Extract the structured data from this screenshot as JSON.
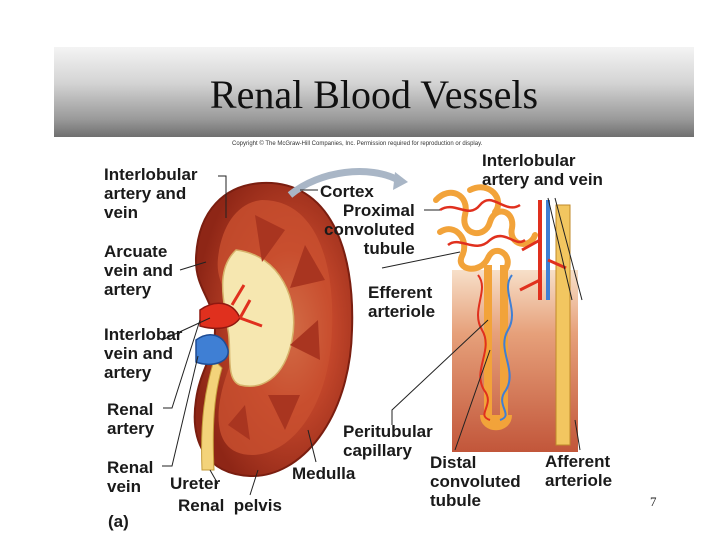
{
  "slide": {
    "title": "Renal Blood Vessels",
    "copyright": "Copyright © The McGraw-Hill Companies, Inc. Permission required for reproduction or display.",
    "page_number": "7"
  },
  "labels": {
    "interlobular_left": "Interlobular\nartery and\nvein",
    "arcuate": "Arcuate\nvein and\nartery",
    "interlobar": "Interlobar\nvein and\nartery",
    "renal_artery": "Renal\nartery",
    "renal_vein": "Renal\nvein",
    "ureter": "Ureter",
    "renal_pelvis": "Renal  pelvis",
    "part_a": "(a)",
    "medulla": "Medulla",
    "cortex": "Cortex",
    "pct": "Proximal\nconvoluted\ntubule",
    "efferent": "Efferent\narteriole",
    "peritubular": "Peritubular\ncapillary",
    "dct": "Distal\nconvoluted\ntubule",
    "afferent": "Afferent\narteriole",
    "interlobular_right": "Interlobular\nartery and vein"
  },
  "colors": {
    "artery": "#e0301e",
    "vein": "#3f7fd4",
    "cortex": "#b5341e",
    "medulla": "#c84a2a",
    "tubule": "#f2a33a",
    "pelvis": "#f6e7b0"
  }
}
